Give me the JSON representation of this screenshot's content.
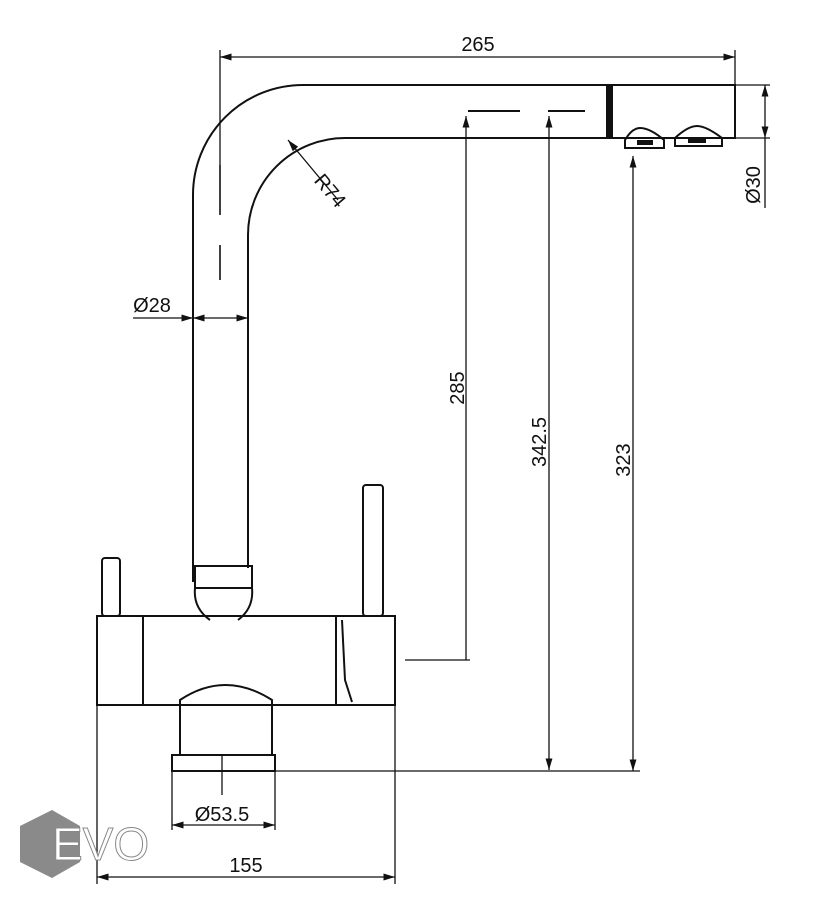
{
  "drawing": {
    "title": "Faucet dimension drawing",
    "dimensions": {
      "spout_reach": "265",
      "spout_head_diameter": "Ø30",
      "bend_radius": "R74",
      "column_diameter": "Ø28",
      "height_to_body": "285",
      "total_height": "342.5",
      "outlet_height": "323",
      "shank_diameter": "Ø53.5",
      "body_width": "155"
    },
    "logo": {
      "text": "EVO",
      "color": "#8a8a8a"
    }
  }
}
